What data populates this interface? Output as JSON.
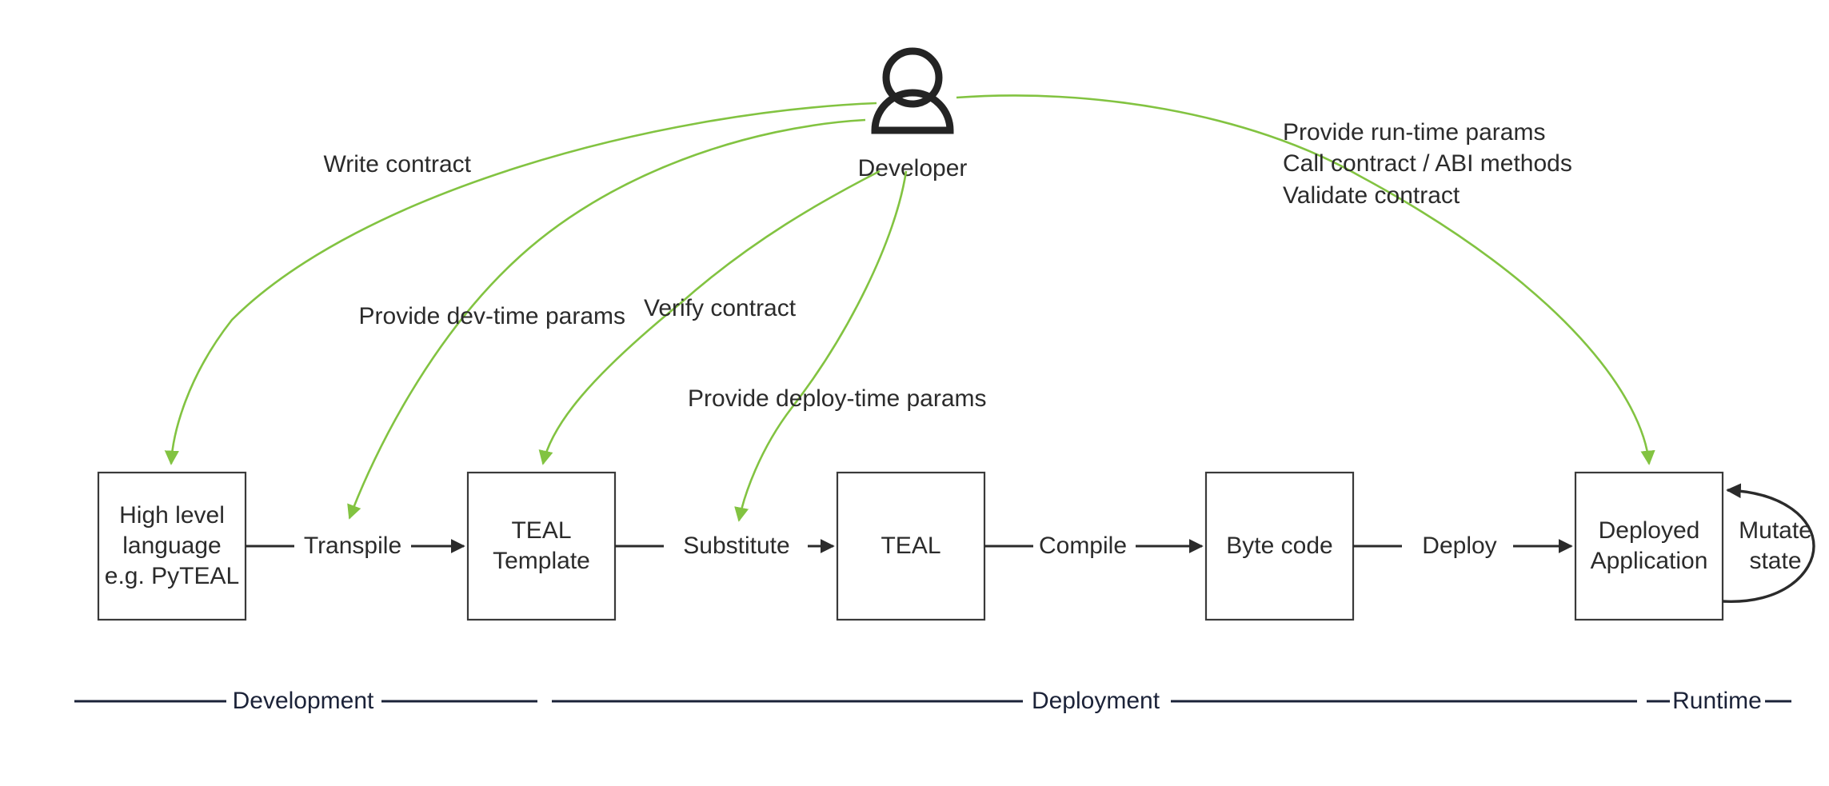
{
  "diagram": {
    "title": "Algorand smart contract development lifecycle",
    "background_color": "#ffffff",
    "accent_color": "#82c341",
    "line_color": "#2b2b2b",
    "phase_rule_color": "#1b2238"
  },
  "actor": {
    "name": "Developer",
    "icon": "person-icon"
  },
  "nodes": [
    {
      "id": "high-level-language",
      "lines": [
        "High level",
        "language",
        "e.g. PyTEAL"
      ]
    },
    {
      "id": "teal-template",
      "lines": [
        "TEAL",
        "Template"
      ]
    },
    {
      "id": "teal",
      "lines": [
        "TEAL"
      ]
    },
    {
      "id": "byte-code",
      "lines": [
        "Byte code"
      ]
    },
    {
      "id": "deployed-application",
      "lines": [
        "Deployed",
        "Application"
      ]
    }
  ],
  "edges": [
    {
      "id": "transpile",
      "label": "Transpile"
    },
    {
      "id": "substitute",
      "label": "Substitute"
    },
    {
      "id": "compile",
      "label": "Compile"
    },
    {
      "id": "deploy",
      "label": "Deploy"
    }
  ],
  "self_loop": {
    "id": "mutate-state",
    "lines": [
      "Mutate",
      "state"
    ]
  },
  "actor_actions": [
    {
      "id": "write-contract",
      "label": "Write contract"
    },
    {
      "id": "provide-dev-time-params",
      "label": "Provide dev-time params"
    },
    {
      "id": "verify-contract",
      "label": "Verify contract"
    },
    {
      "id": "provide-deploy-time-params",
      "label": "Provide deploy-time params"
    },
    {
      "id": "provide-run-time-params",
      "label": "Provide run-time params"
    },
    {
      "id": "call-contract-abi-methods",
      "label": "Call contract / ABI methods"
    },
    {
      "id": "validate-contract",
      "label": "Validate contract"
    }
  ],
  "phases": [
    {
      "id": "development",
      "label": "Development"
    },
    {
      "id": "deployment",
      "label": "Deployment"
    },
    {
      "id": "runtime",
      "label": "Runtime"
    }
  ]
}
